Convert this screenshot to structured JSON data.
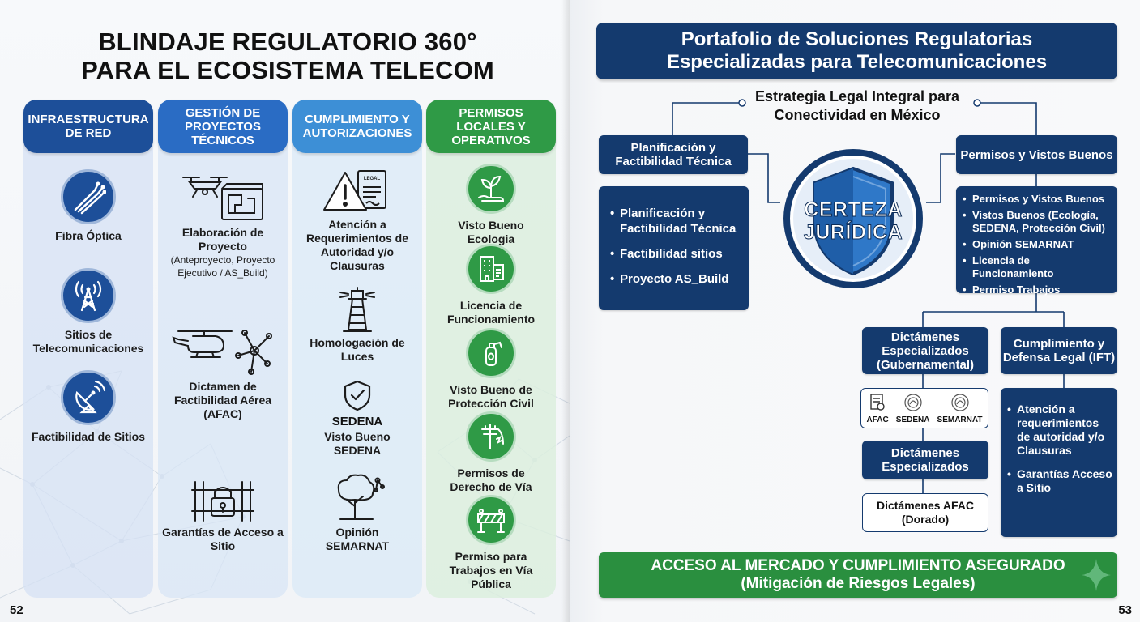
{
  "left": {
    "title_line1": "BLINDAJE REGULATORIO 360°",
    "title_line2": "PARA EL ECOSISTEMA TELECOM",
    "page_number": "52",
    "columns": [
      {
        "header": "INFRAESTRUCTURA DE RED",
        "items": [
          {
            "label": "Fibra Óptica",
            "icon": "fiber-optic-icon"
          },
          {
            "label": "Sitios de Telecomunicaciones",
            "icon": "cell-tower-icon"
          },
          {
            "label": "Factibilidad de Sitios",
            "icon": "satellite-dish-icon"
          }
        ]
      },
      {
        "header": "GESTIÓN DE PROYECTOS TÉCNICOS",
        "items": [
          {
            "label": "Elaboración de Proyecto",
            "sub": "(Anteproyecto, Proyecto Ejecutivo / AS_Build)",
            "icon": "drone-blueprint-icon"
          },
          {
            "label": "Dictamen de Factibilidad Aérea (AFAC)",
            "icon": "helicopter-network-icon"
          },
          {
            "label": "Garantías de Acceso a Sitio",
            "icon": "padlock-fence-icon"
          }
        ]
      },
      {
        "header": "CUMPLIMIENTO Y AUTORIZACIONES",
        "items": [
          {
            "label": "Atención a Requerimientos de Autoridad y/o Clausuras",
            "icon": "warning-document-icon",
            "doc_tag": "LEGAL"
          },
          {
            "label": "Homologación de Luces",
            "icon": "lighthouse-icon"
          },
          {
            "label": "Visto Bueno SEDENA",
            "brand": "SEDENA",
            "icon": "shield-check-icon"
          },
          {
            "label": "Opinión SEMARNAT",
            "icon": "tree-icon"
          }
        ]
      },
      {
        "header": "PERMISOS LOCALES Y OPERATIVOS",
        "items": [
          {
            "label": "Visto Bueno Ecologia",
            "icon": "plant-hand-icon"
          },
          {
            "label": "Licencia de Funcionamiento",
            "icon": "building-document-icon"
          },
          {
            "label": "Visto Bueno de Protección Civil",
            "icon": "fire-extinguisher-icon"
          },
          {
            "label": "Permisos de Derecho de Vía",
            "icon": "utility-pole-icon"
          },
          {
            "label": "Permiso para Trabajos en Vía Pública",
            "icon": "road-barrier-icon"
          }
        ]
      }
    ],
    "colors": {
      "col1": "#1d4f99",
      "col2": "#2a6cc4",
      "col3": "#3d8fd6",
      "col4": "#2f9a46"
    }
  },
  "right": {
    "banner_line1": "Portafolio de Soluciones Regulatorias",
    "banner_line2": "Especializadas para Telecomunicaciones",
    "subheading_line1": "Estrategia Legal Integral para",
    "subheading_line2": "Conectividad en México",
    "shield_line1": "CERTEZA",
    "shield_line2": "JURÍDICA",
    "planificacion_title": "Planificación y Factibilidad Técnica",
    "planificacion_items": [
      "Planificación y Factibilidad Técnica",
      "Factibilidad sitios",
      "Proyecto AS_Build"
    ],
    "permisos_title": "Permisos y Vistos Buenos",
    "permisos_items": [
      "Permisos y Vistos Buenos",
      "Vistos Buenos (Ecología, SEDENA, Protección Civil)",
      "Opinión SEMARNAT",
      "Licencia de Funcionamiento",
      "Permiso Trabajos"
    ],
    "dictamenes_gub": "Dictámenes Especializados (Gubernamental)",
    "agency_logos": [
      {
        "label": "AFAC",
        "icon": "document-seal-icon"
      },
      {
        "label": "SEDENA",
        "icon": "mexico-seal-icon"
      },
      {
        "label": "SEMARNAT",
        "icon": "mexico-seal-icon"
      }
    ],
    "dictamenes_esp": "Dictámenes Especializados",
    "dictamenes_afac": "Dictámenes AFAC (Dorado)",
    "cumplimiento_title": "Cumplimiento y Defensa Legal (IFT)",
    "cumplimiento_items": [
      "Atención a requerimientos de autoridad y/o Clausuras",
      "Garantías Acceso a Sitio"
    ],
    "footer_line1": "ACCESO AL MERCADO Y CUMPLIMIENTO ASEGURADO",
    "footer_line2": "(Mitigación de Riesgos Legales)",
    "page_number": "53",
    "colors": {
      "navy": "#143a6e",
      "green": "#2a8f3f",
      "shield_blue": "#2f78c8"
    }
  }
}
